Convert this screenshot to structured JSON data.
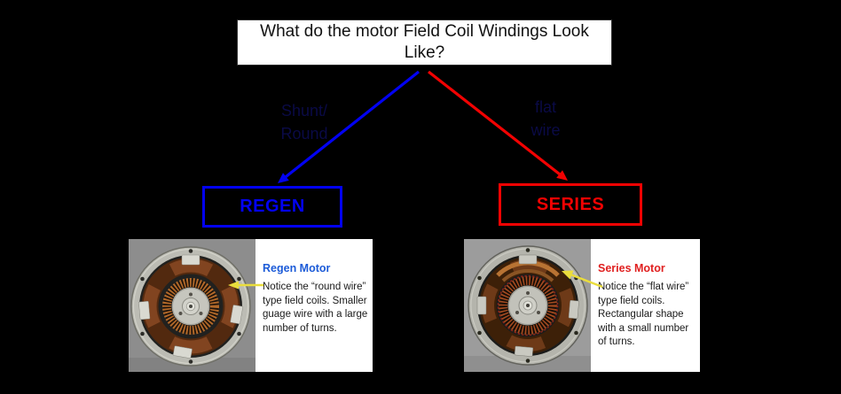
{
  "question": {
    "text": "What do the motor Field Coil Windings Look Like?"
  },
  "branches": {
    "regen": {
      "arrow_label": {
        "line1": "Shunt/",
        "line2": "Round"
      },
      "box_label": "REGEN"
    },
    "series": {
      "arrow_label": {
        "line1": "flat",
        "line2": "wire"
      },
      "box_label": "SERIES"
    }
  },
  "figures": {
    "regen": {
      "title": "Regen Motor",
      "body": "Notice the “round wire” type field coils. Smaller guage wire with a large number of turns."
    },
    "series": {
      "title": "Series Motor",
      "body": "Notice the “flat wire” type field coils. Rectangular shape with a small number of turns."
    }
  },
  "colors": {
    "background": "#000000",
    "regen_accent": "#0202f2",
    "series_accent": "#f20202",
    "arrow_label_text": "#0a0a46",
    "regen_title_text": "#1c5bd8",
    "series_title_text": "#e02020",
    "pointer_arrow": "#eadd3c"
  }
}
